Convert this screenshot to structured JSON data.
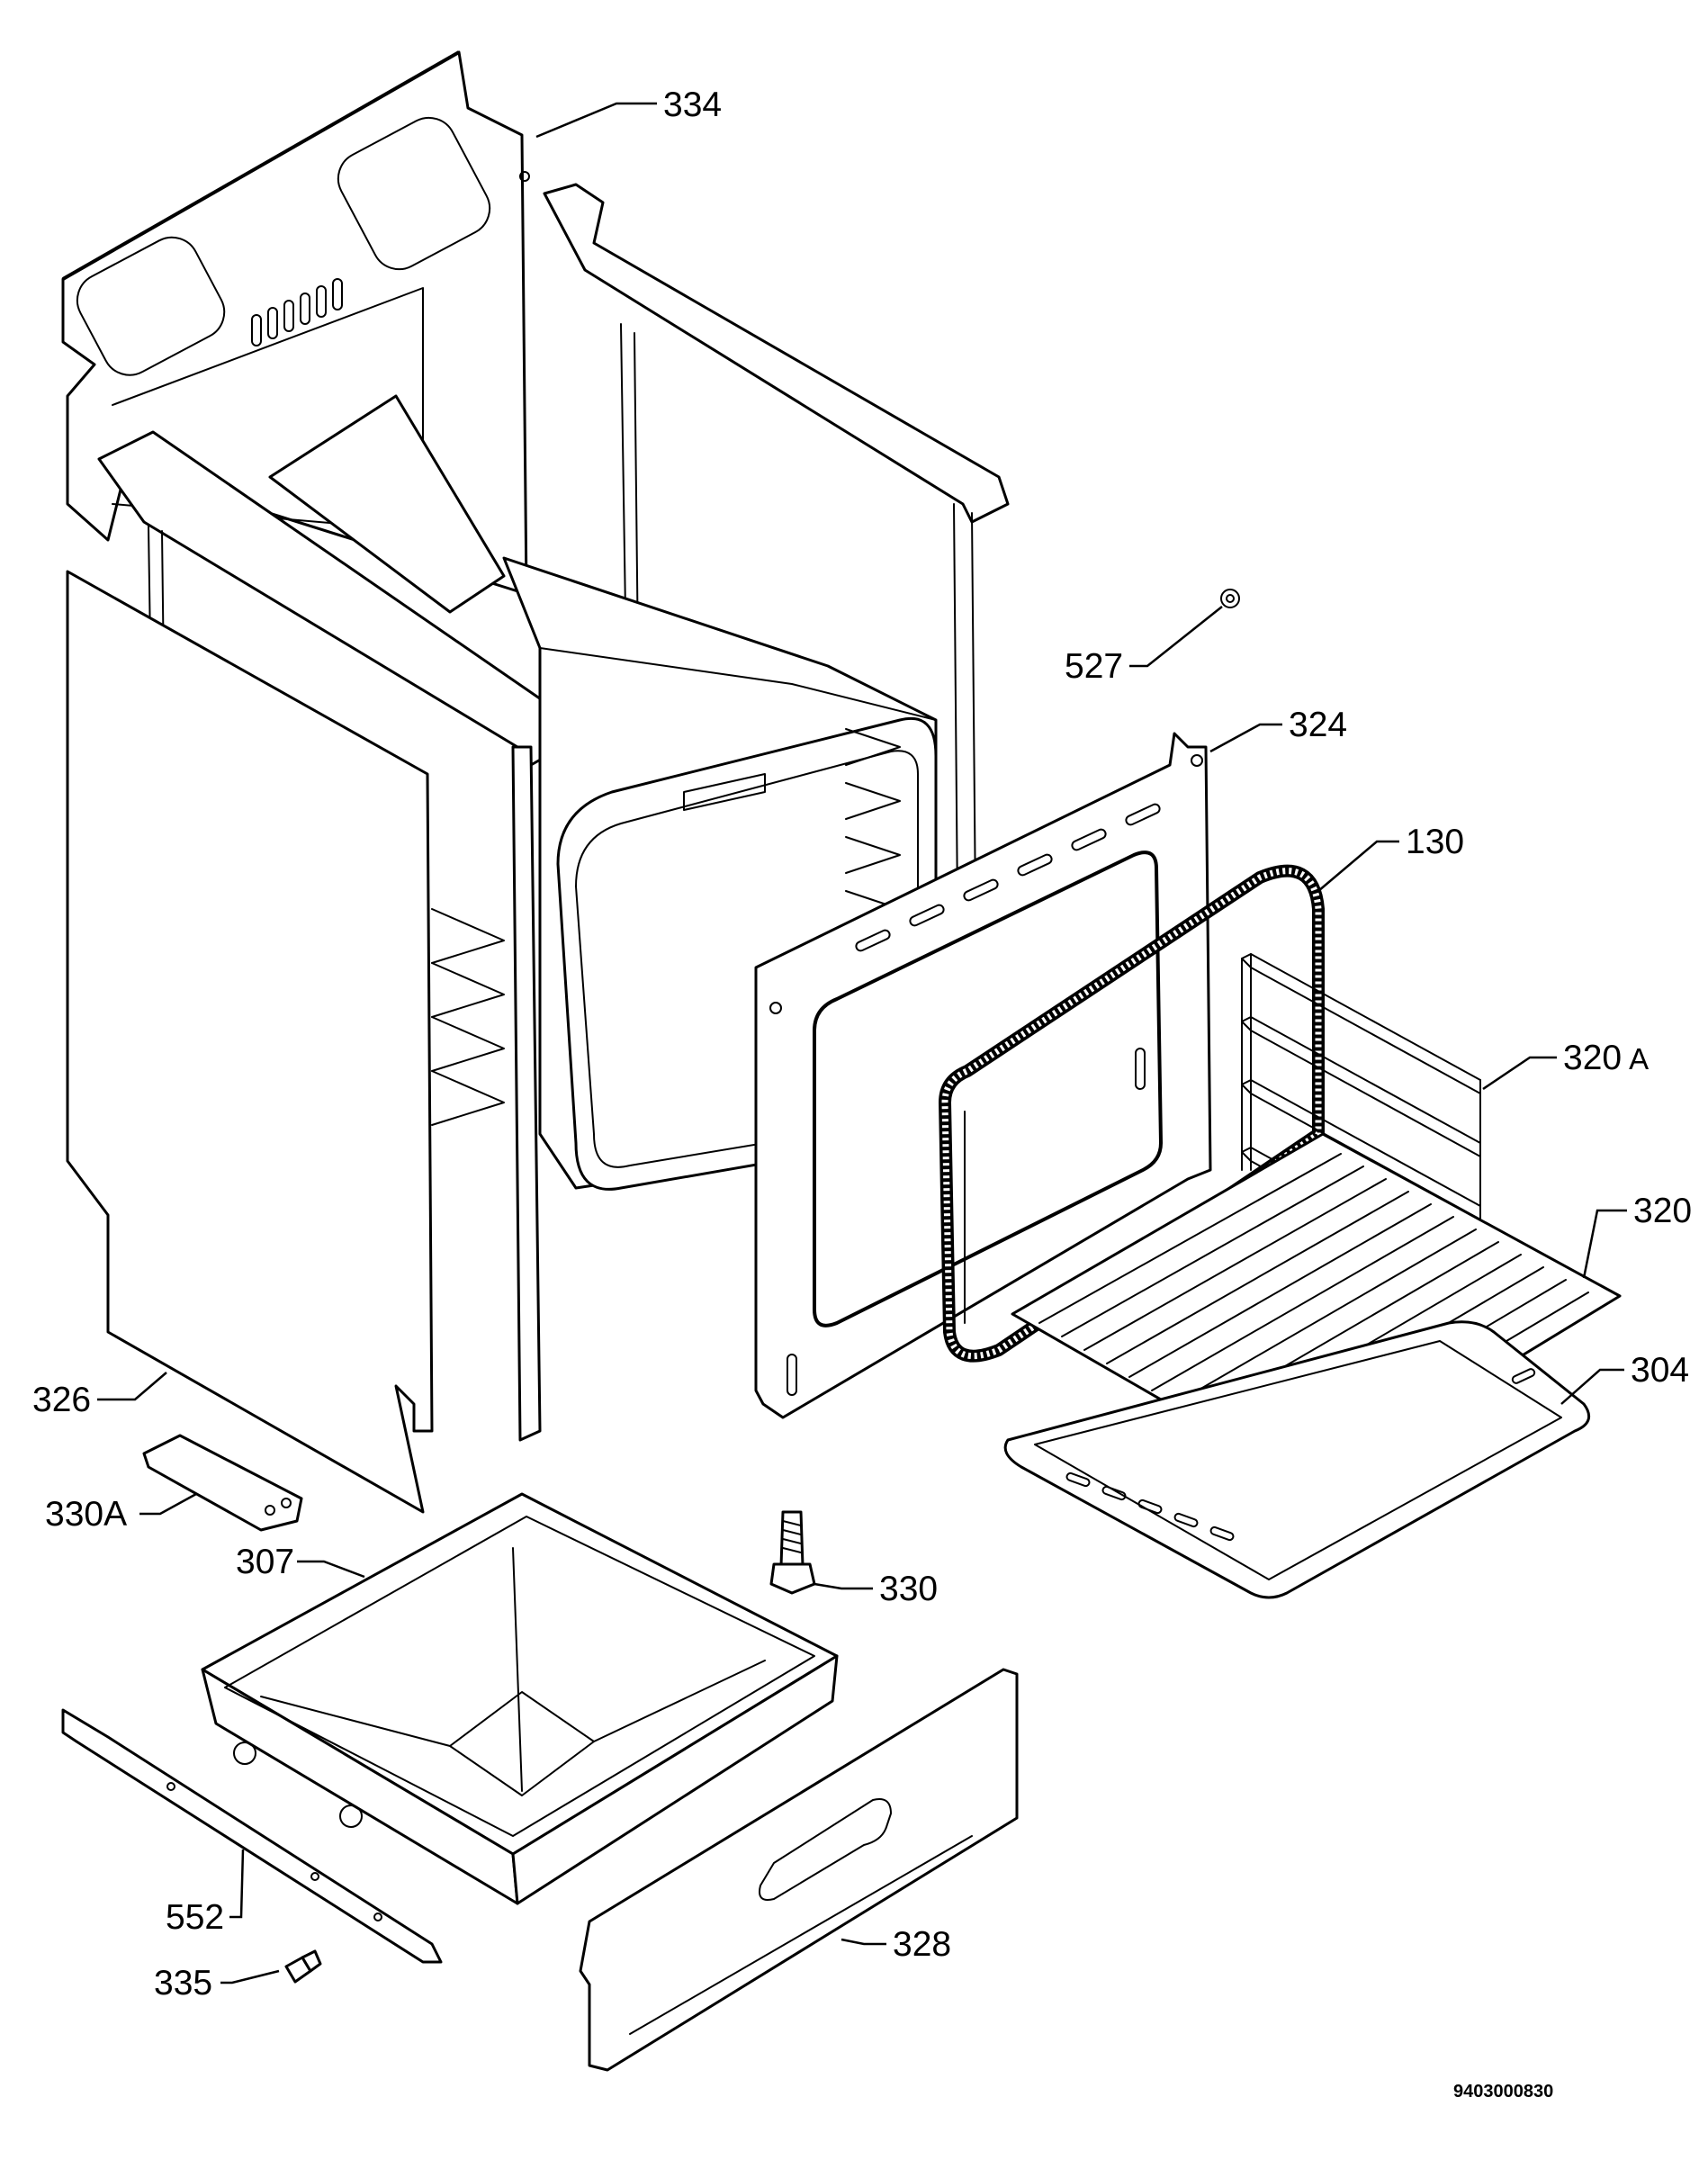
{
  "diagram": {
    "parts": [
      {
        "id": "p334",
        "label": "334"
      },
      {
        "id": "p527",
        "label": "527"
      },
      {
        "id": "p324",
        "label": "324"
      },
      {
        "id": "p130",
        "label": "130"
      },
      {
        "id": "p320a",
        "label": "320",
        "suffix": "A"
      },
      {
        "id": "p320",
        "label": "320"
      },
      {
        "id": "p304",
        "label": "304"
      },
      {
        "id": "p326",
        "label": "326"
      },
      {
        "id": "p330a",
        "label": "330A"
      },
      {
        "id": "p307",
        "label": "307"
      },
      {
        "id": "p330",
        "label": "330"
      },
      {
        "id": "p552",
        "label": "552"
      },
      {
        "id": "p335",
        "label": "335"
      },
      {
        "id": "p328",
        "label": "328"
      }
    ],
    "document_number": "9403000830"
  }
}
